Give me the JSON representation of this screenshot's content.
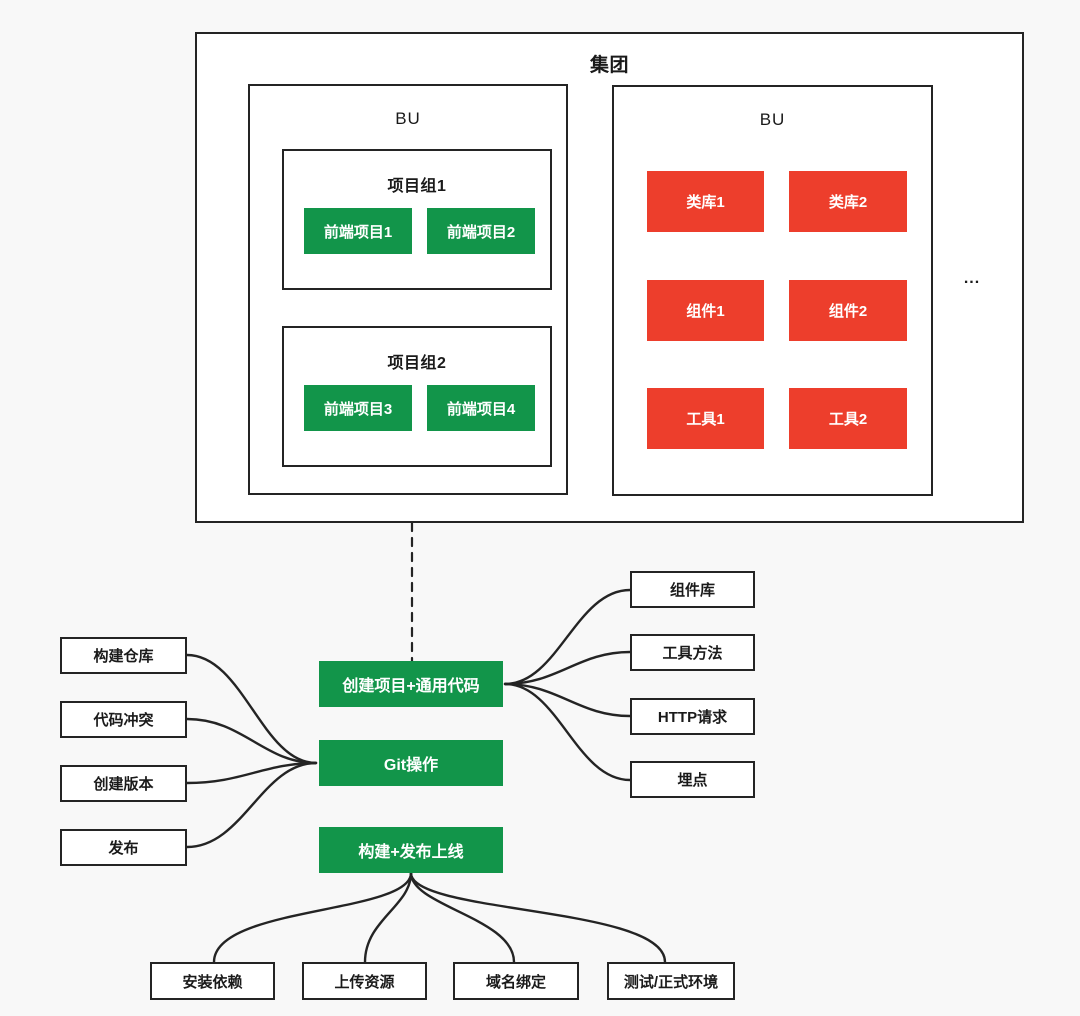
{
  "colors": {
    "bg": "#f8f8f8",
    "box_bg": "#ffffff",
    "line": "#242424",
    "text_dark": "#1a1a1a",
    "green": "#12954a",
    "red": "#ed3e2c"
  },
  "group": {
    "title": "集团",
    "ellipsis": "...",
    "bu_left": {
      "label": "BU",
      "project_groups": [
        {
          "label": "项目组1",
          "projects": [
            "前端项目1",
            "前端项目2"
          ]
        },
        {
          "label": "项目组2",
          "projects": [
            "前端项目3",
            "前端项目4"
          ]
        }
      ]
    },
    "bu_right": {
      "label": "BU",
      "modules": [
        "类库1",
        "类库2",
        "组件1",
        "组件2",
        "工具1",
        "工具2"
      ]
    }
  },
  "flow": {
    "green_nodes": [
      "创建项目+通用代码",
      "Git操作",
      "构建+发布上线"
    ],
    "left_leaves": [
      "构建仓库",
      "代码冲突",
      "创建版本",
      "发布"
    ],
    "right_leaves": [
      "组件库",
      "工具方法",
      "HTTP请求",
      "埋点"
    ],
    "bottom_leaves": [
      "安装依赖",
      "上传资源",
      "域名绑定",
      "测试/正式环境"
    ]
  }
}
